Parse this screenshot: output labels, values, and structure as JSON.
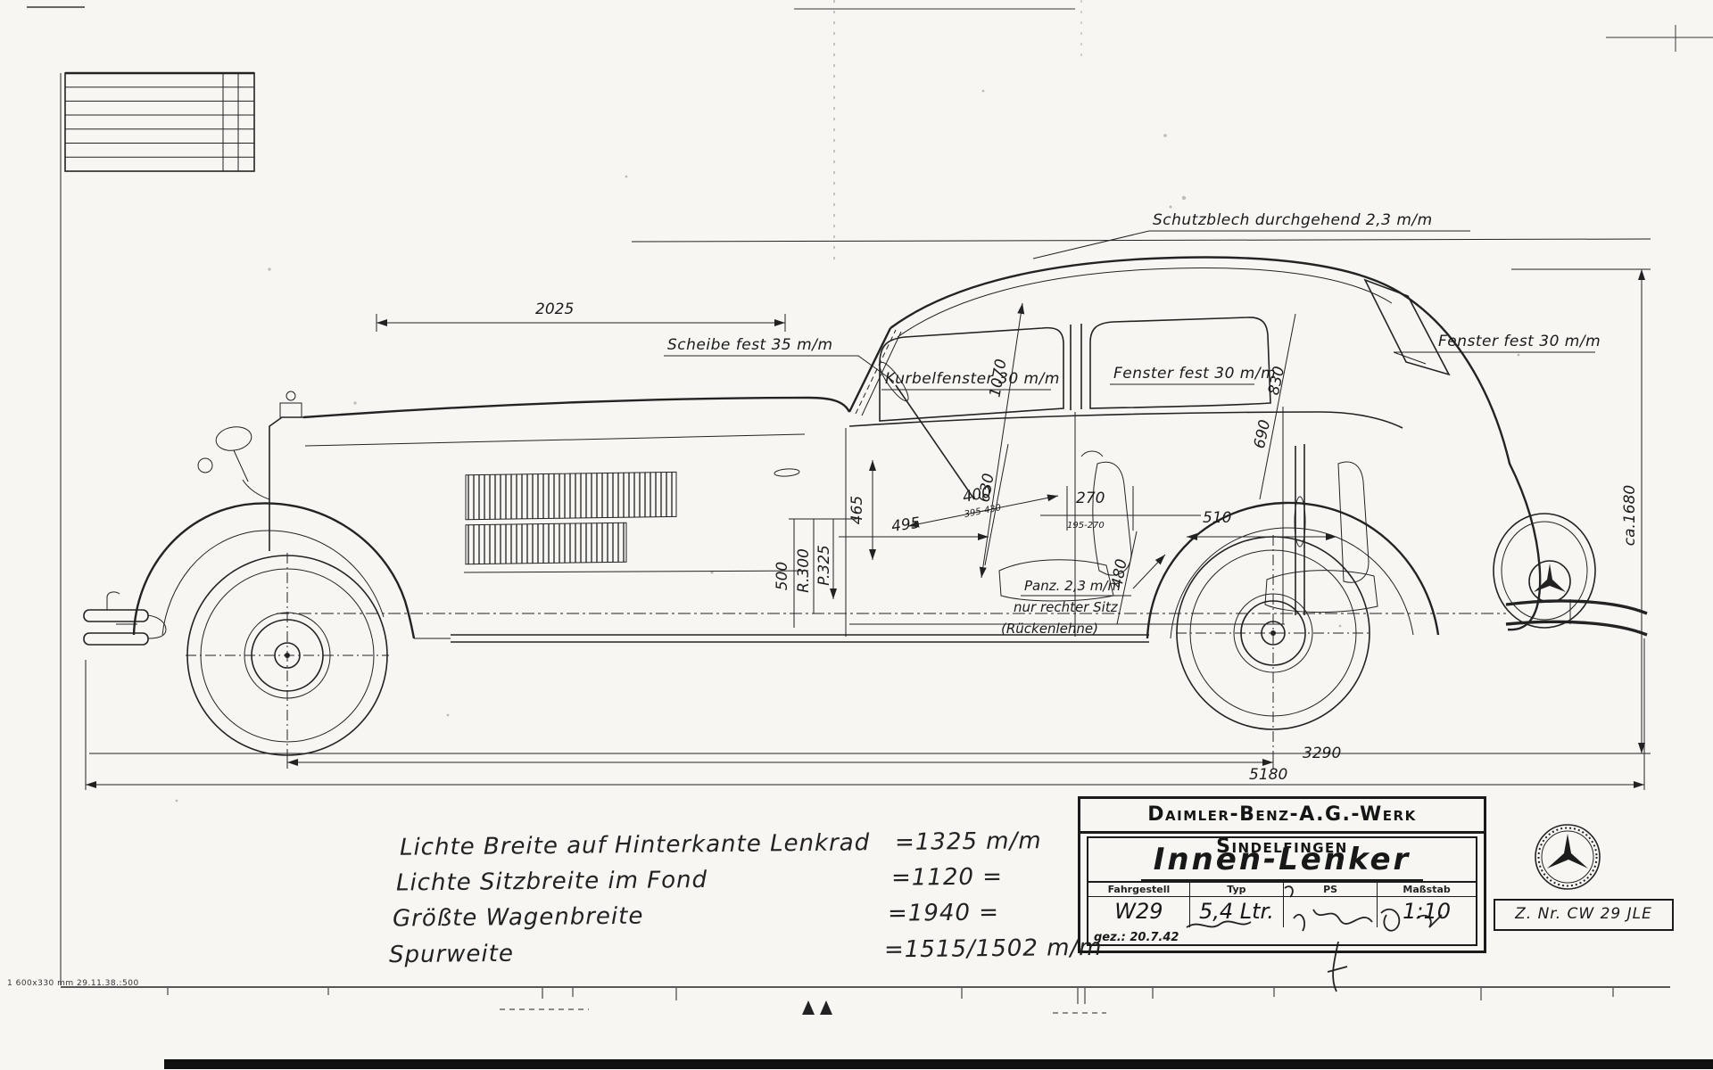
{
  "annotations": {
    "schutzblech": "Schutzblech durchgehend 2,3 m/m",
    "scheibe": "Scheibe fest 35 m/m",
    "kurbelfenster": "Kurbelfenster 30 m/m",
    "fenster_mitte": "Fenster fest 30 m/m",
    "fenster_heck": "Fenster fest 30 m/m",
    "panz_line1": "Panz. 2,3 m/m",
    "panz_line2": "nur rechter Sitz",
    "panz_line3": "(Rückenlehne)"
  },
  "dims": {
    "d2025": "2025",
    "d1070": "1070",
    "d630": "630",
    "d465": "465",
    "d495": "495",
    "d400": "400",
    "d400_range": "395-430",
    "d270": "270",
    "d270_range": "195-270",
    "d510": "510",
    "d830": "830",
    "d690": "690",
    "d480": "480",
    "d500": "500",
    "d_r300": "R.300",
    "d_p325": "P.325",
    "d3290": "3290",
    "d5180": "5180",
    "d1680": "ca.1680"
  },
  "specs": {
    "rows": [
      {
        "label": "Lichte Breite auf Hinterkante Lenkrad",
        "value": "=1325 m/m"
      },
      {
        "label": "Lichte Sitzbreite im Fond",
        "value": "=1120  ="
      },
      {
        "label": "Größte Wagenbreite",
        "value": "=1940  ="
      },
      {
        "label": "Spurweite",
        "value": "=1515/1502 m/m"
      }
    ]
  },
  "title_block": {
    "company": "Daimler-Benz-A.G.-Werk Sindelfingen",
    "title": "Innen-Lenker",
    "headers": [
      "Fahrgestell",
      "Typ",
      "PS",
      "Maßstab"
    ],
    "values": {
      "fahrgestell": "W29",
      "typ": "5,4 Ltr.",
      "ps": "",
      "massstab": "1:10"
    },
    "gez": "gez.: 20.7.42"
  },
  "drawing_no": "Z. Nr. CW 29 JLE",
  "footer_note": "1 600x330 mm  29.11.38.:500"
}
